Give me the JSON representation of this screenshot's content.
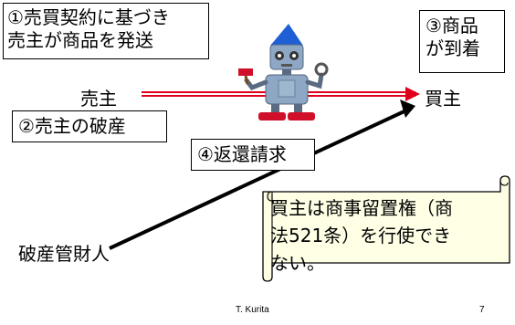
{
  "steps": {
    "step1_line1": "①売買契約に基づき",
    "step1_line2": "売主が商品を発送",
    "step2": "②売主の破産",
    "step3_line1": "③商品",
    "step3_line2": "が到着",
    "step4": "④返還請求"
  },
  "parties": {
    "seller": "売主",
    "buyer": "買主",
    "trustee": "破産管財人"
  },
  "note": {
    "line1": "買主は商事留置権（商",
    "line2": "法521条）を行使でき",
    "line3": "ない。"
  },
  "footer": {
    "author": "T. Kurita",
    "page": "7"
  },
  "colors": {
    "arrow_red": "#e0001b",
    "robot_body": "#8da7c4",
    "robot_hat": "#1f5fd6",
    "robot_feet": "#d0102a",
    "scroll_fill": "#ffffe6"
  }
}
